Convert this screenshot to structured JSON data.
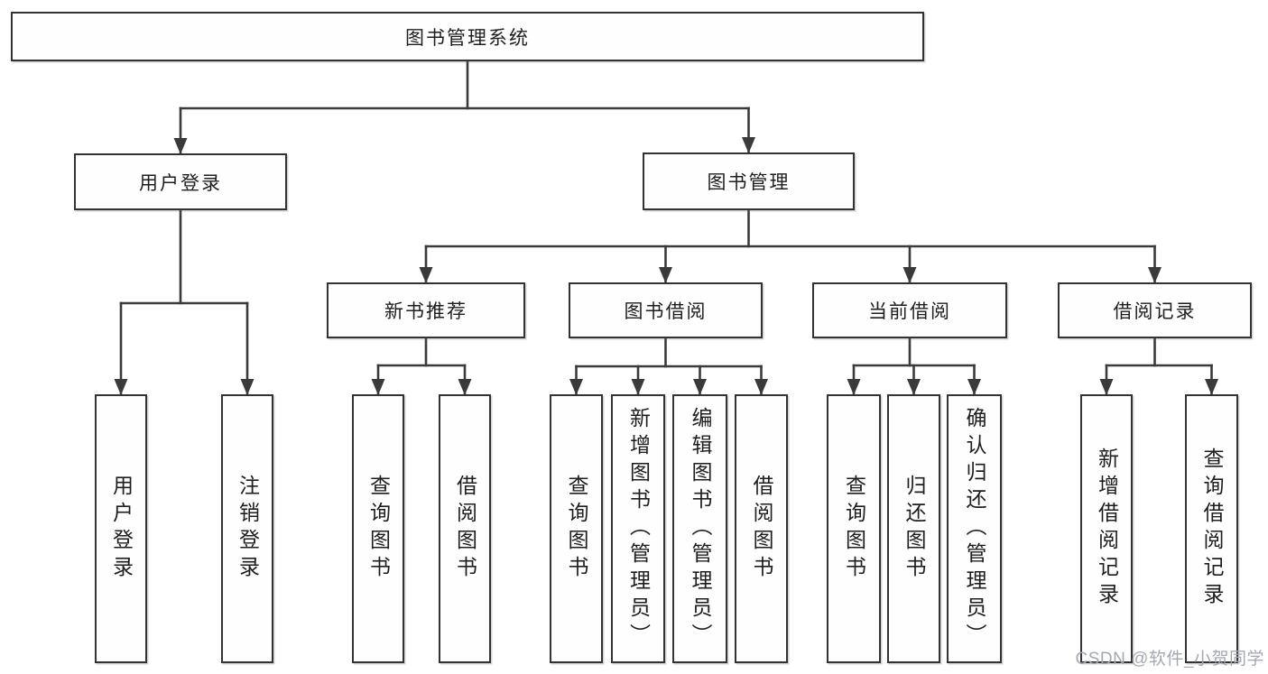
{
  "diagram": {
    "title": "图书管理系统",
    "watermark": "CSDN @软件_小贺同学",
    "colors": {
      "line": "#3a3a3a",
      "box_border": "#333333",
      "text": "#1e1e1e",
      "background": "#ffffff",
      "watermark": "#a4a8b0"
    },
    "tree": {
      "id": "library-system",
      "label": "图书管理系统",
      "children": [
        {
          "id": "user-login",
          "label": "用户登录",
          "children": [
            {
              "id": "login",
              "label": "用户登录"
            },
            {
              "id": "logout",
              "label": "注销登录"
            }
          ]
        },
        {
          "id": "book-mgmt",
          "label": "图书管理",
          "children": [
            {
              "id": "new-book-rec",
              "label": "新书推荐",
              "children": [
                {
                  "id": "rec-query",
                  "label": "查询图书"
                },
                {
                  "id": "rec-borrow",
                  "label": "借阅图书"
                }
              ]
            },
            {
              "id": "book-borrow",
              "label": "图书借阅",
              "children": [
                {
                  "id": "bb-query",
                  "label": "查询图书"
                },
                {
                  "id": "bb-add",
                  "label": "新增图书（管理员）"
                },
                {
                  "id": "bb-edit",
                  "label": "编辑图书（管理员）"
                },
                {
                  "id": "bb-borrow",
                  "label": "借阅图书"
                }
              ]
            },
            {
              "id": "current-borrow",
              "label": "当前借阅",
              "children": [
                {
                  "id": "cb-query",
                  "label": "查询图书"
                },
                {
                  "id": "cb-return",
                  "label": "归还图书"
                },
                {
                  "id": "cb-confirm",
                  "label": "确认归还（管理员）"
                }
              ]
            },
            {
              "id": "borrow-records",
              "label": "借阅记录",
              "children": [
                {
                  "id": "br-add",
                  "label": "新增借阅记录"
                },
                {
                  "id": "br-query",
                  "label": "查询借阅记录"
                }
              ]
            }
          ]
        }
      ]
    }
  }
}
